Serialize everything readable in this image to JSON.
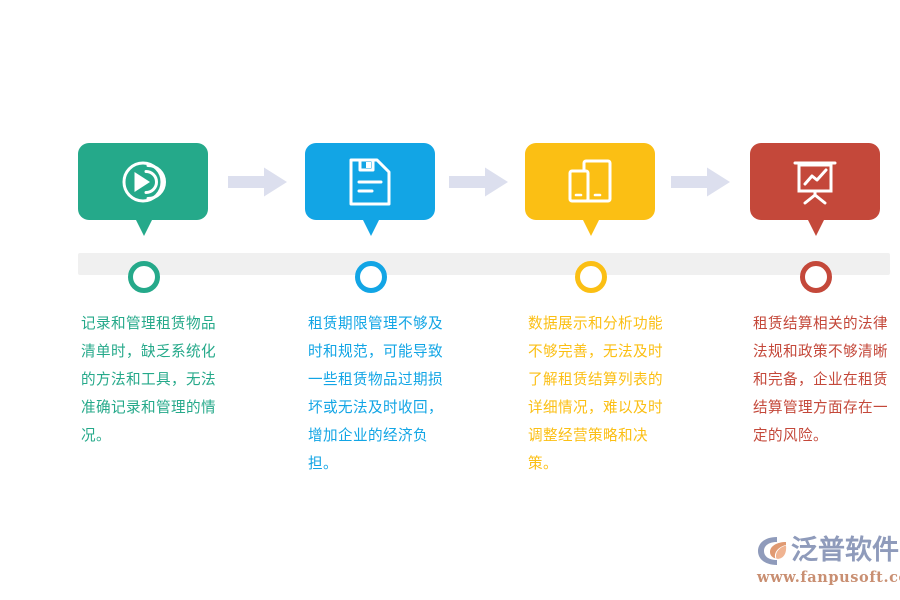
{
  "palette": {
    "step1": "#25a98a",
    "step2": "#12a5e5",
    "step3": "#fbbf14",
    "step4": "#c4483a",
    "arrow": "#dcdfee",
    "bar": "#f0f0f0",
    "background": "#ffffff",
    "logo_text": "#8f9bbb",
    "logo_url": "#c98f72",
    "logo_leaf": "#e09a72"
  },
  "timeline": {
    "steps": [
      {
        "index": "1",
        "icon": "speed-dial-icon",
        "color": "#25a98a",
        "text": "记录和管理租赁物品清单时，缺乏系统化的方法和工具，无法准确记录和管理的情况。"
      },
      {
        "index": "2",
        "icon": "document-save-icon",
        "color": "#12a5e5",
        "text": "租赁期限管理不够及时和规范，可能导致一些租赁物品过期损坏或无法及时收回，增加企业的经济负担。"
      },
      {
        "index": "3",
        "icon": "devices-icon",
        "color": "#fbbf14",
        "text": "数据展示和分析功能不够完善，无法及时了解租赁结算列表的详细情况，难以及时调整经营策略和决策。"
      },
      {
        "index": "4",
        "icon": "presentation-chart-icon",
        "color": "#c4483a",
        "text": "租赁结算相关的法律法规和政策不够清晰和完备，企业在租赁结算管理方面存在一定的风险。"
      }
    ],
    "connectors": [
      {
        "icon": "arrow-right-icon"
      },
      {
        "icon": "arrow-right-icon"
      },
      {
        "icon": "arrow-right-icon"
      }
    ]
  },
  "logo": {
    "mark": "fanpu-logo-mark",
    "name": "泛普软件",
    "url": "www.fanpusoft.com"
  }
}
